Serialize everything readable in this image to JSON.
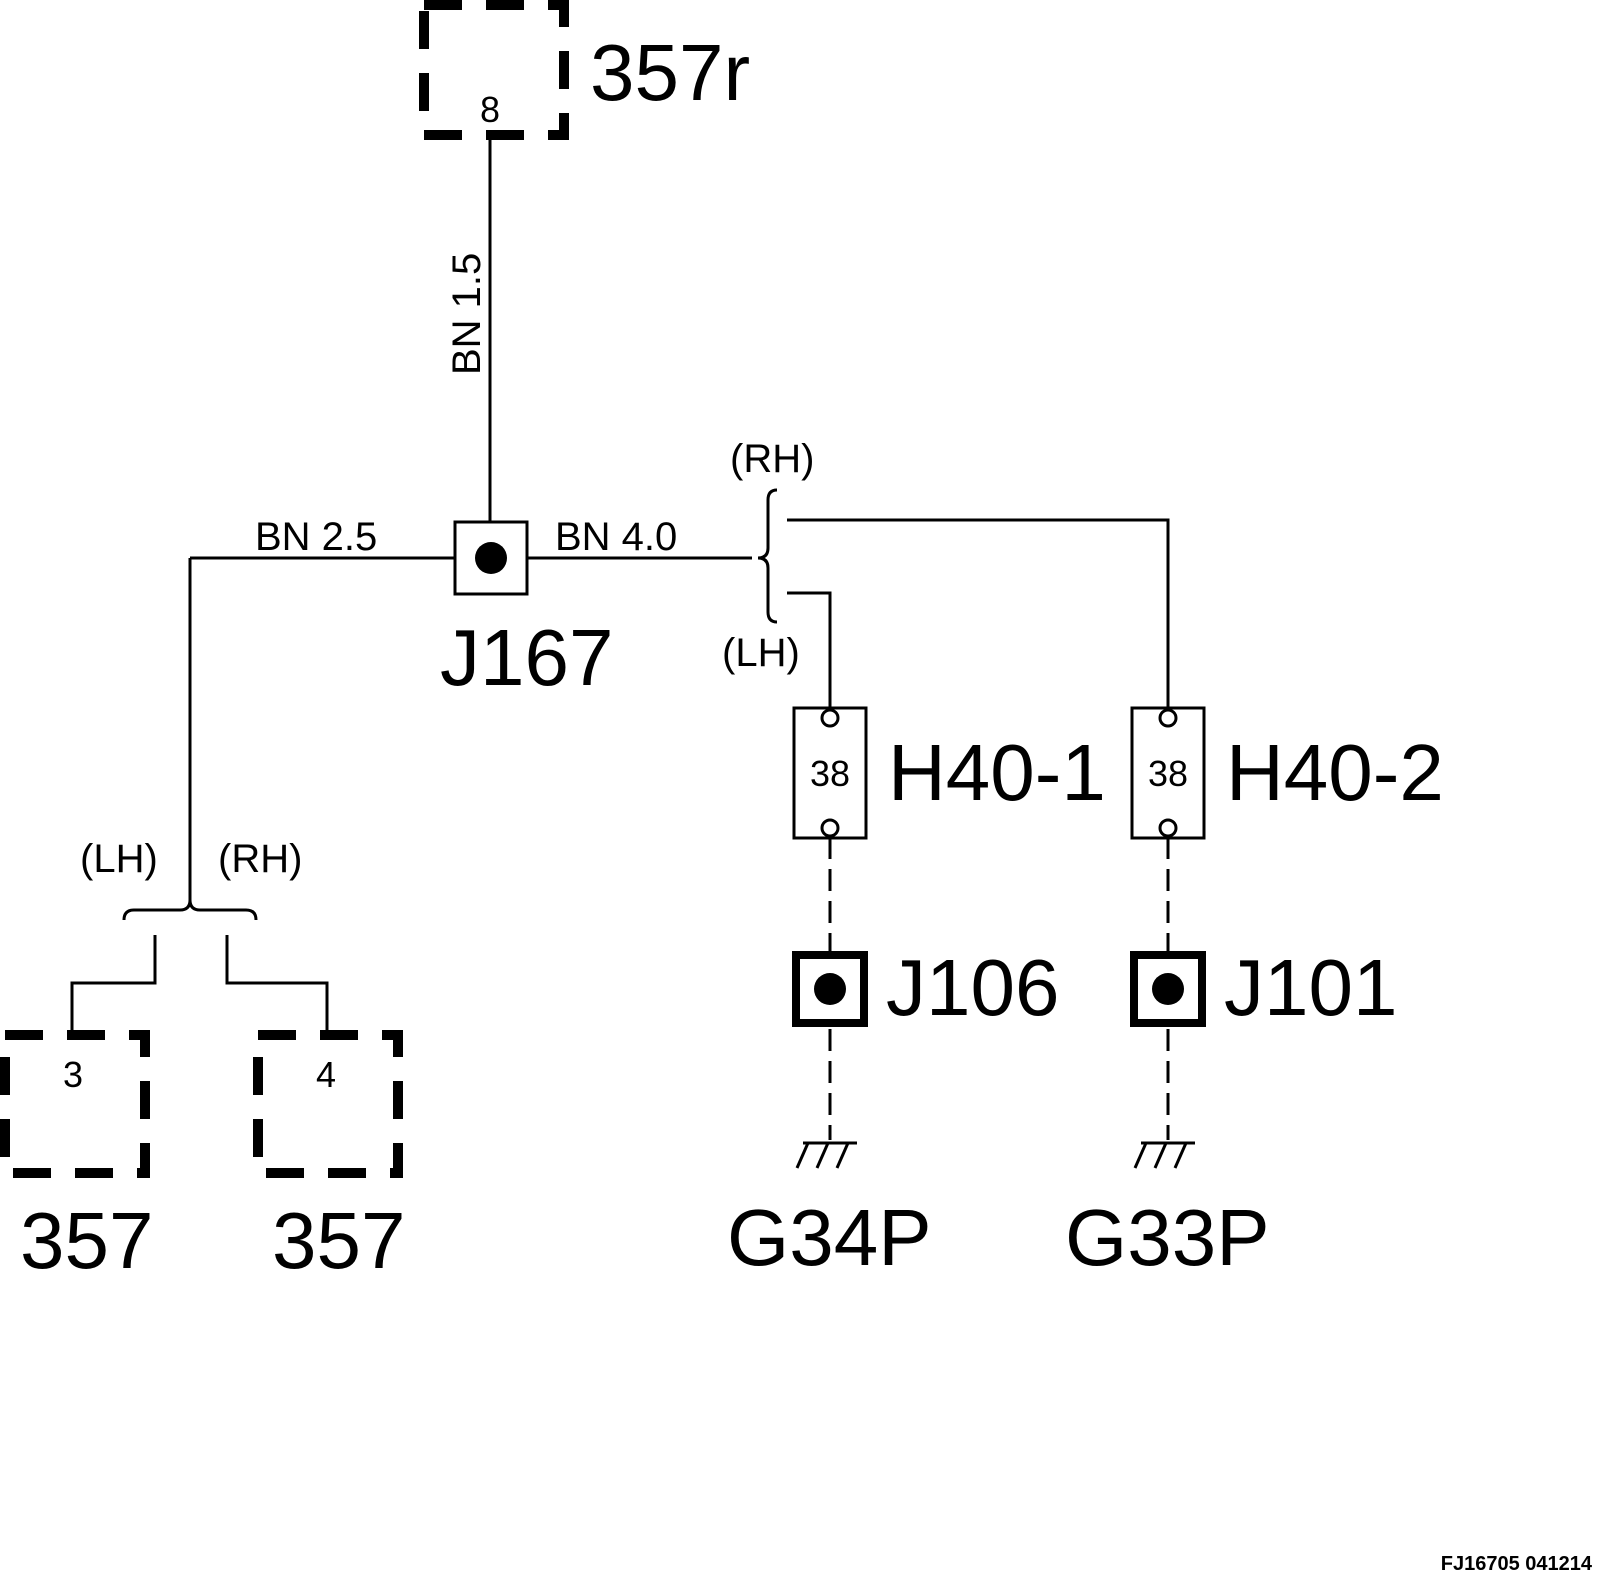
{
  "connectors": {
    "top": {
      "name": "357r",
      "pin": "8"
    },
    "bottom_left": {
      "name": "357",
      "pin": "3"
    },
    "bottom_right": {
      "name": "357",
      "pin": "4"
    }
  },
  "wires": {
    "vertical": "BN  1.5",
    "left": "BN 2.5",
    "right": "BN  4.0"
  },
  "splice": {
    "name": "J167"
  },
  "branches": {
    "right_rh": "(RH)",
    "right_lh": "(LH)",
    "left_lh": "(LH)",
    "left_rh": "(RH)"
  },
  "harness_connectors": [
    {
      "name": "H40-1",
      "pin": "38"
    },
    {
      "name": "H40-2",
      "pin": "38"
    }
  ],
  "junctions": [
    {
      "name": "J106"
    },
    {
      "name": "J101"
    }
  ],
  "grounds": [
    {
      "name": "G34P"
    },
    {
      "name": "G33P"
    }
  ],
  "figure_code": "FJ16705 041214"
}
